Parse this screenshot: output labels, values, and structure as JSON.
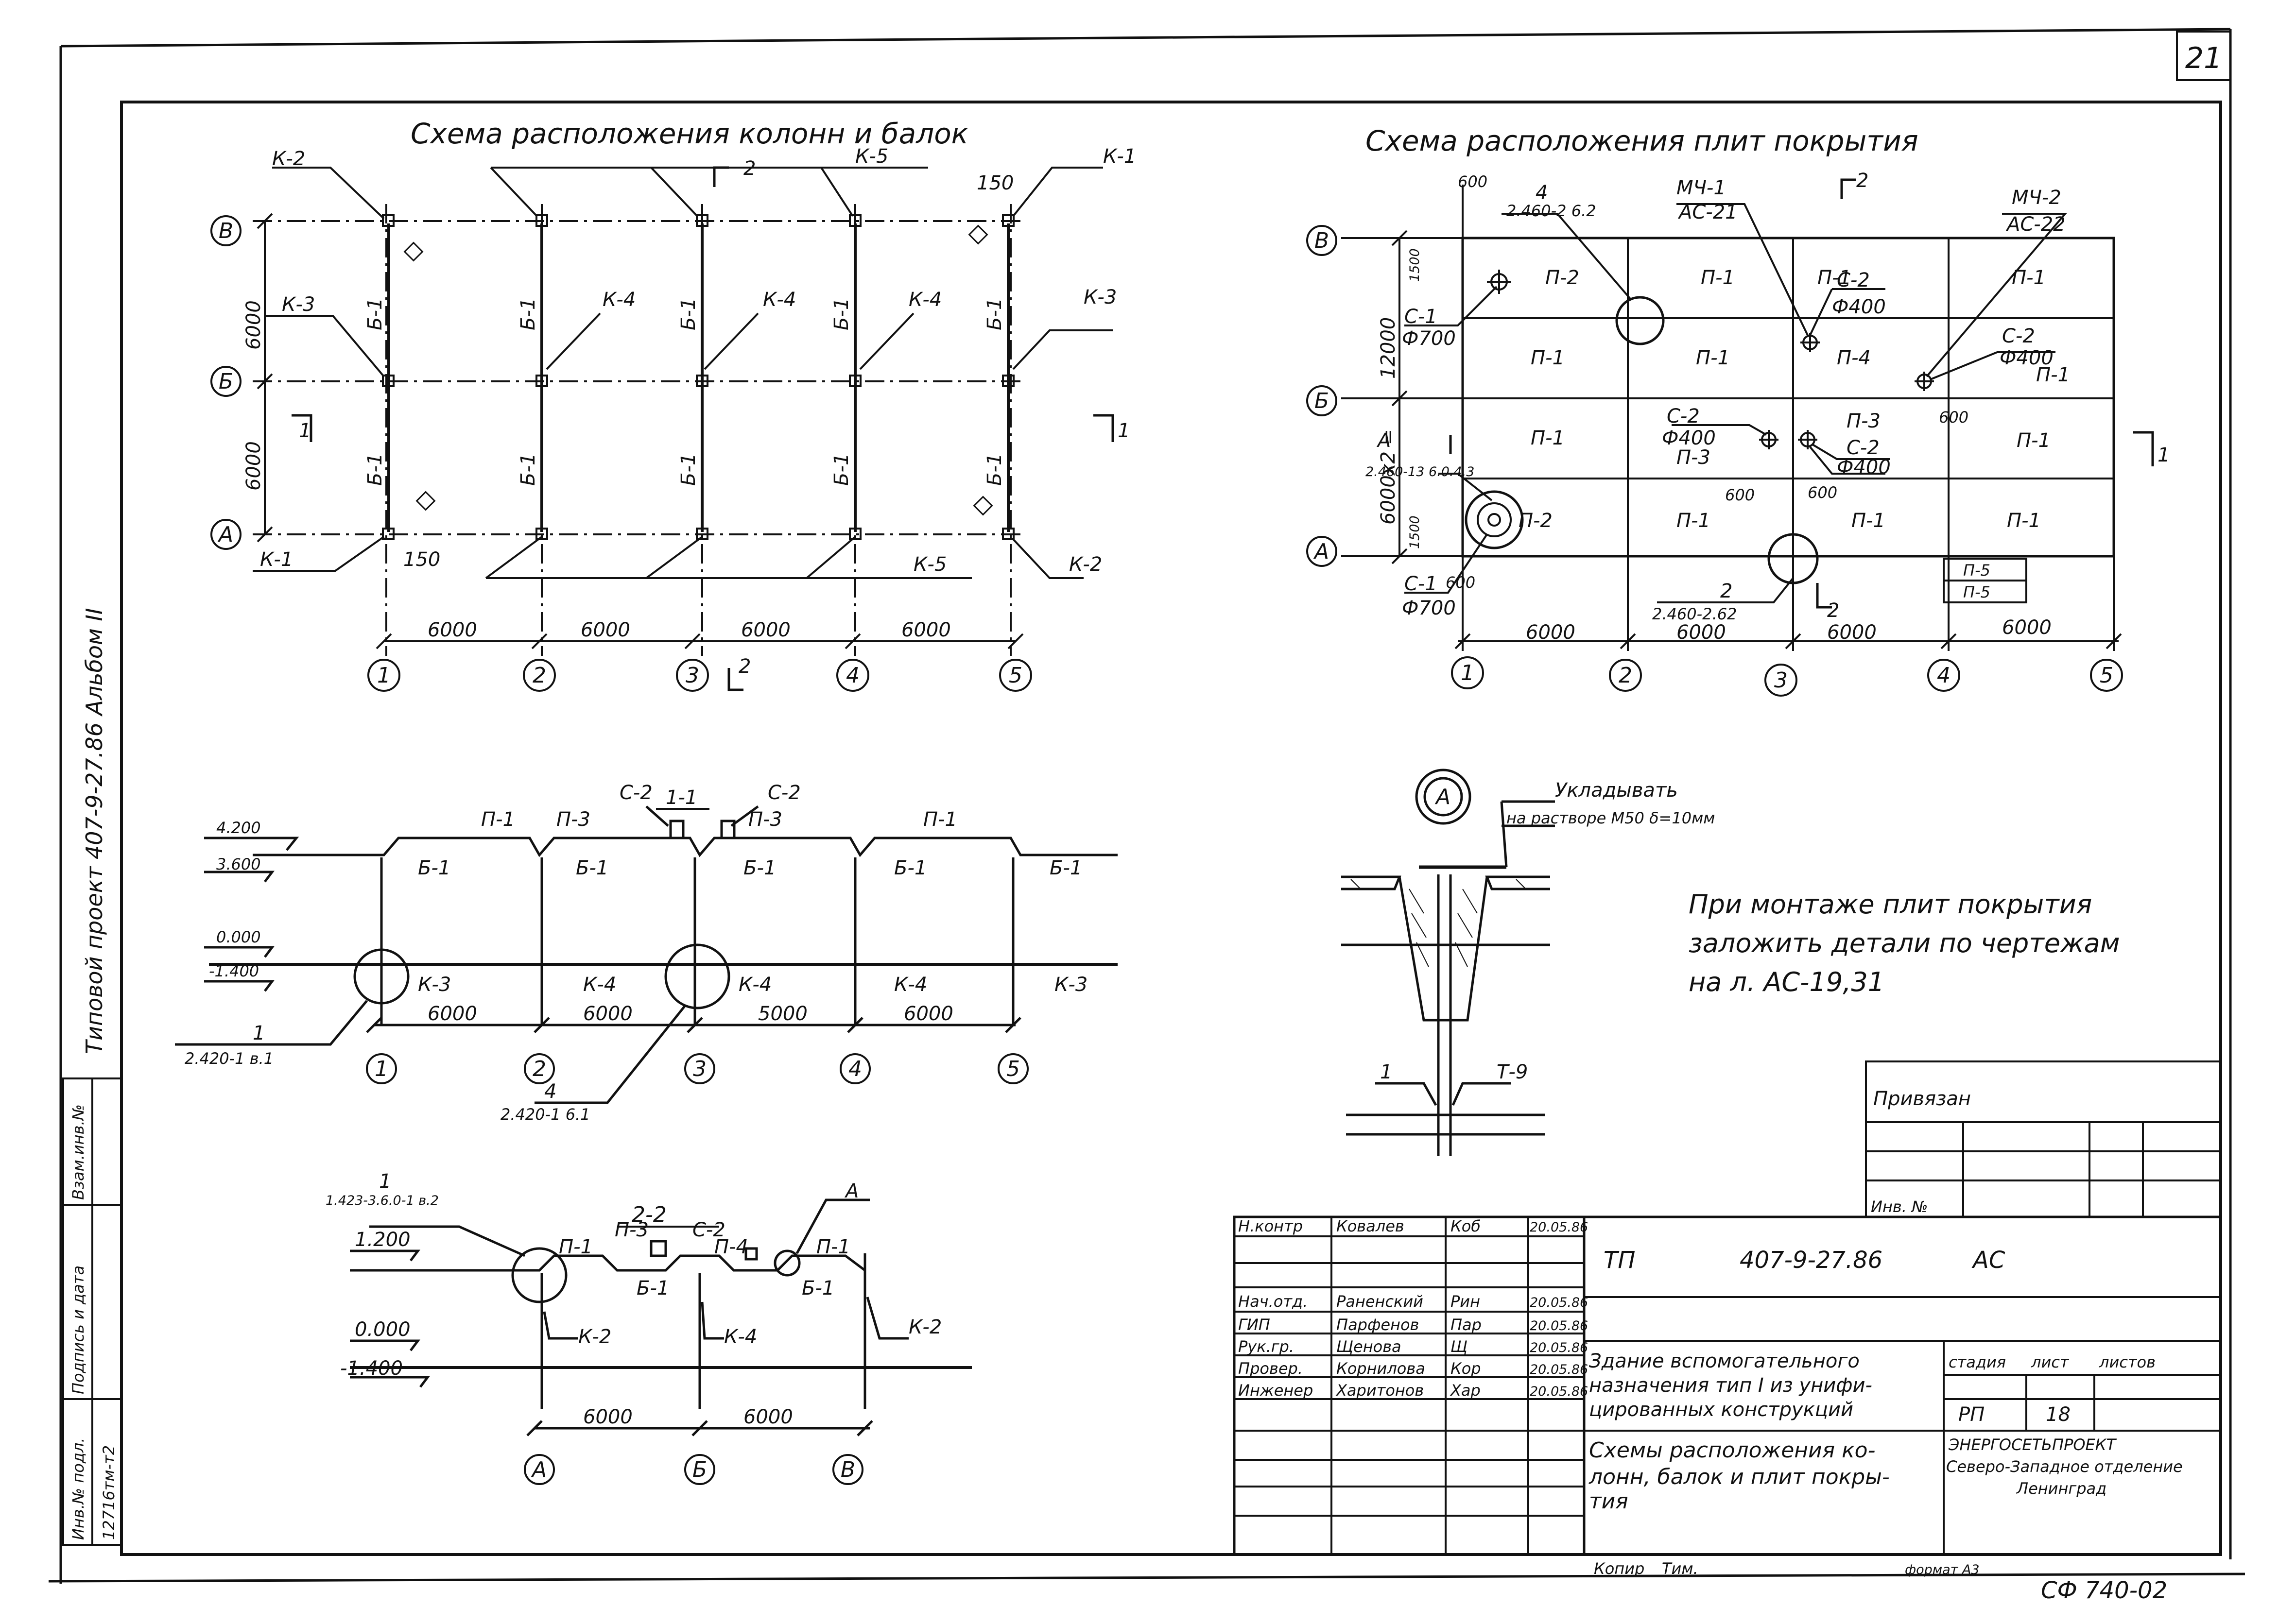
{
  "sheet": {
    "number": "21",
    "side_note": "Типовой проект 407-9-27.86 Альбом II",
    "bottom_code": "СФ 740-02",
    "bottom_signature": "Копир",
    "bottom_copyist": "Тим.",
    "bottom_format": "формат А3"
  },
  "side_stamp": {
    "col1_label": "Инв.№ подл.",
    "col1_value": "12716тм-т2",
    "col2_label": "Подпись и дата",
    "col3_label": "Взам.инв.№"
  },
  "plan_columns": {
    "title": "Схема расположения колонн и балок",
    "labels": {
      "k1": "К-1",
      "k2": "К-2",
      "k3": "К-3",
      "k4": "К-4",
      "k5": "К-5",
      "b1": "Б-1",
      "dim150": "150",
      "dim6000": "6000",
      "dim600": "6000",
      "cut1": "1",
      "cut2": "2"
    },
    "axes_x": [
      "1",
      "2",
      "3",
      "4",
      "5"
    ],
    "axes_y": [
      "В",
      "Б",
      "А"
    ]
  },
  "plan_slabs": {
    "title": "Схема расположения плит покрытия",
    "labels": {
      "p1": "П-1",
      "p2": "П-2",
      "p3": "П-3",
      "p4": "П-4",
      "p5": "П-5",
      "c1": "С-1",
      "c2": "С-2",
      "f700": "Ф700",
      "f400": "Ф400",
      "mu1": "МЧ-1",
      "ac21": "АС-21",
      "mu2": "МЧ-2",
      "ac22": "АС-22",
      "n4": "4",
      "ref4": "2.460-2 6.2",
      "refA": "2.460-13 6.0.4.3",
      "ref2": "2.460-2.62",
      "nA": "А",
      "n2": "2",
      "d600": "600",
      "d1500": "1500",
      "d12000": "12000",
      "d6000x2": "6000х2 =",
      "d6000": "6000",
      "cut": "1"
    },
    "axes_x": [
      "1",
      "2",
      "3",
      "4",
      "5"
    ],
    "axes_y": [
      "В",
      "Б",
      "А"
    ]
  },
  "section11": {
    "title": "1-1",
    "labels": {
      "e4200": "4.200",
      "e3600": "3.600",
      "e0": "0.000",
      "em1400": "-1.400",
      "p1": "П-1",
      "p3": "П-3",
      "c2": "С-2",
      "b1": "Б-1",
      "k3": "К-3",
      "k4": "К-4",
      "d6000": "6000",
      "d5000": "5000",
      "n1": "1",
      "n4": "4",
      "ref1": "2.420-1 в.1",
      "ref4": "2.420-1 6.1"
    },
    "axes_x": [
      "1",
      "2",
      "3",
      "4",
      "5"
    ]
  },
  "section22": {
    "title": "2-2",
    "labels": {
      "n1": "1",
      "ref1": "1.423-3.6.0-1 в.2",
      "e1200": "1.200",
      "e0": "0.000",
      "em1400": "-1.400",
      "p1": "П-1",
      "p3": "П-3",
      "p4": "П-4",
      "c2": "С-2",
      "b1": "Б-1",
      "k2": "К-2",
      "k4": "К-4",
      "nA": "А",
      "d6000": "6000"
    },
    "axes_x": [
      "А",
      "Б",
      "В"
    ]
  },
  "node_a": {
    "mark": "А",
    "title": "Укладывать",
    "note": "на растворе М50 δ=10мм",
    "lbl1": "1",
    "lblT9": "Т-9"
  },
  "mounting_note": {
    "line1": "При монтаже плит покрытия",
    "line2": "заложить детали по чертежам",
    "line3": "на л. АС-19,31"
  },
  "privyazan": {
    "label": "Привязан",
    "inv": "Инв. №"
  },
  "title_block": {
    "code_tp": "ТП",
    "code": "407-9-27.86",
    "code_suffix": "АС",
    "staff": [
      {
        "role": "Н.контр",
        "name": "Ковалев",
        "sign": "Коб",
        "date": "20.05.86"
      },
      {
        "role": "Нач.отд.",
        "name": "Раненский",
        "sign": "Рин",
        "date": "20.05.86"
      },
      {
        "role": "ГИП",
        "name": "Парфенов",
        "sign": "Пар",
        "date": "20.05.86"
      },
      {
        "role": "Рук.гр.",
        "name": "Щенова",
        "sign": "Щ",
        "date": "20.05.86"
      },
      {
        "role": "Провер.",
        "name": "Корнилова",
        "sign": "Кор",
        "date": "20.05.86"
      },
      {
        "role": "Инженер",
        "name": "Харитонов",
        "sign": "Хар",
        "date": "20.05.86"
      }
    ],
    "object_name": [
      "Здание вспомогательного",
      "назначения тип I из унифи-",
      "цированных конструкций"
    ],
    "stage_label": "стадия",
    "stage_value": "РП",
    "sheet_label": "лист",
    "sheet_value": "18",
    "sheets_label": "листов",
    "sheets_value": "",
    "drawing_name": [
      "Схемы расположения ко-",
      "лонн, балок и плит покры-",
      "тия"
    ],
    "org": [
      "ЭНЕРГОСЕТЬПРОЕКТ",
      "Северо-Западное отделение",
      "Ленинград"
    ]
  }
}
